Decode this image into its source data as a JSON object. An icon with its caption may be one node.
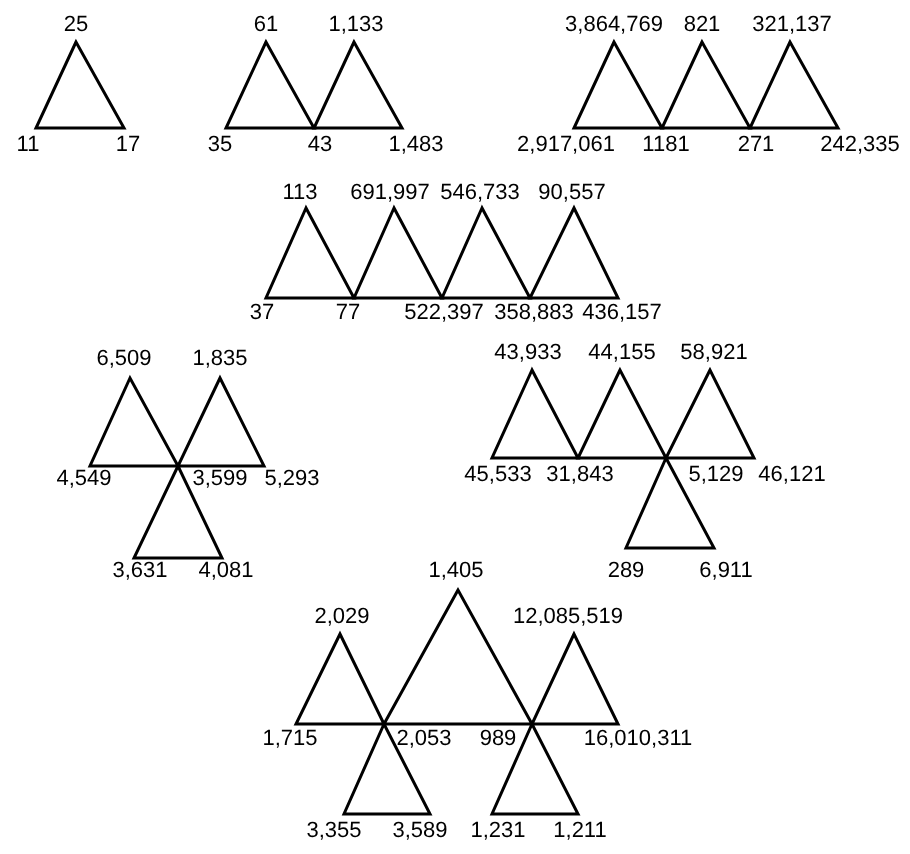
{
  "diagram": {
    "labels": [
      "25",
      "61",
      "1,133",
      "3,864,769",
      "821",
      "321,137",
      "11",
      "17",
      "35",
      "43",
      "1,483",
      "2,917,061",
      "1181",
      "271",
      "242,335",
      "113",
      "691,997",
      "546,733",
      "90,557",
      "37",
      "77",
      "522,397",
      "358,883",
      "436,157",
      "6,509",
      "1,835",
      "43,933",
      "44,155",
      "58,921",
      "4,549",
      "3,599",
      "5,293",
      "45,533",
      "31,843",
      "5,129",
      "46,121",
      "3,631",
      "4,081",
      "1,405",
      "289",
      "6,911",
      "2,029",
      "12,085,519",
      "1,715",
      "2,053",
      "989",
      "16,010,311",
      "3,355",
      "3,589",
      "1,231",
      "1,211"
    ]
  }
}
